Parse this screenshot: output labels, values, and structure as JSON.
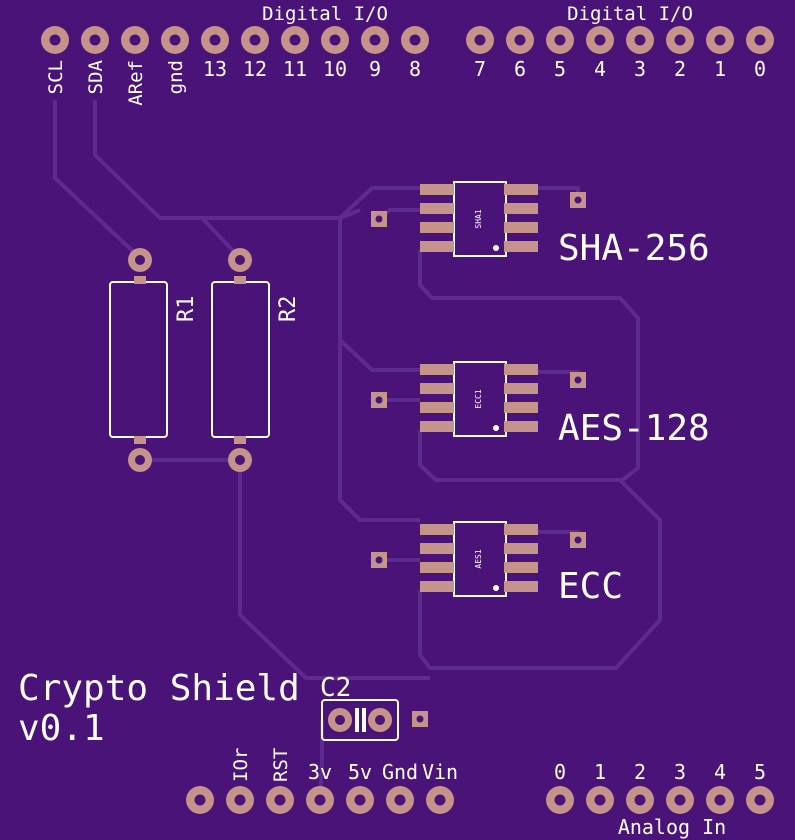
{
  "header": {
    "digital_io_left": "Digital I/O",
    "digital_io_right": "Digital I/O"
  },
  "top_pins_left": [
    "SCL",
    "SDA",
    "ARef",
    "gnd",
    "13",
    "12",
    "11",
    "10",
    "9",
    "8"
  ],
  "top_pins_right": [
    "7",
    "6",
    "5",
    "4",
    "3",
    "2",
    "1",
    "0"
  ],
  "bottom_pins_power": [
    "IOr",
    "RST",
    "3v",
    "5v",
    "Gnd",
    "Vin"
  ],
  "bottom_pins_analog": [
    "0",
    "1",
    "2",
    "3",
    "4",
    "5"
  ],
  "analog_label": "Analog In",
  "resistors": [
    {
      "ref": "R1"
    },
    {
      "ref": "R2"
    }
  ],
  "chips": [
    {
      "ref": "SHA1",
      "label": "SHA-256"
    },
    {
      "ref": "ECC1",
      "label": "AES-128"
    },
    {
      "ref": "AES1",
      "label": "ECC"
    }
  ],
  "capacitor": {
    "ref": "C2"
  },
  "title": {
    "line1": "Crypto Shield",
    "line2": "v0.1"
  },
  "colors": {
    "board": "#4a1377",
    "trace": "#5f2a8e",
    "pad": "#c4948a",
    "silkscreen": "#ffffff"
  }
}
